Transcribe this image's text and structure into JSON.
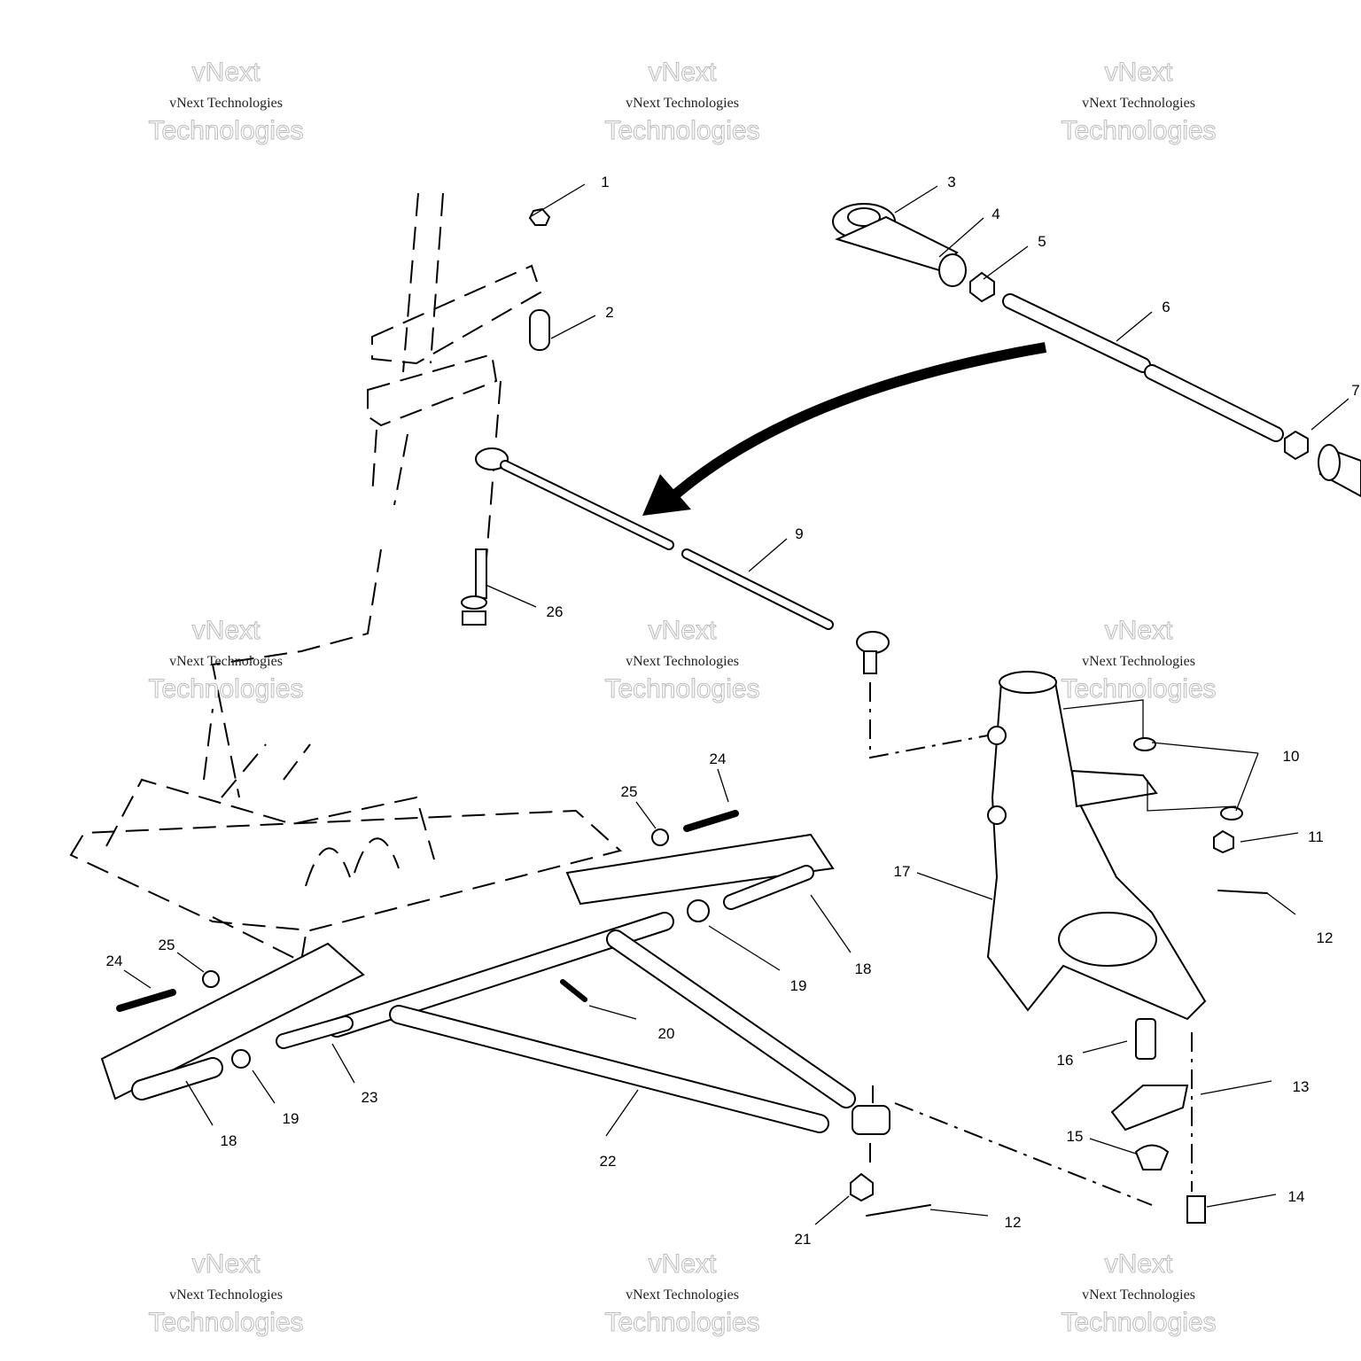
{
  "diagram": {
    "callouts": [
      "1",
      "2",
      "3",
      "4",
      "5",
      "6",
      "7",
      "9",
      "26",
      "10",
      "11",
      "12",
      "17",
      "24",
      "25",
      "24",
      "25",
      "18",
      "19",
      "20",
      "16",
      "13",
      "15",
      "14",
      "21",
      "12",
      "23",
      "19",
      "18",
      "22"
    ]
  },
  "watermark": {
    "line1": "vNext Technologies",
    "line2a": "vNext",
    "line2b": "Technologies"
  },
  "colors": {
    "ink": "#000000",
    "paper": "#ffffff"
  }
}
